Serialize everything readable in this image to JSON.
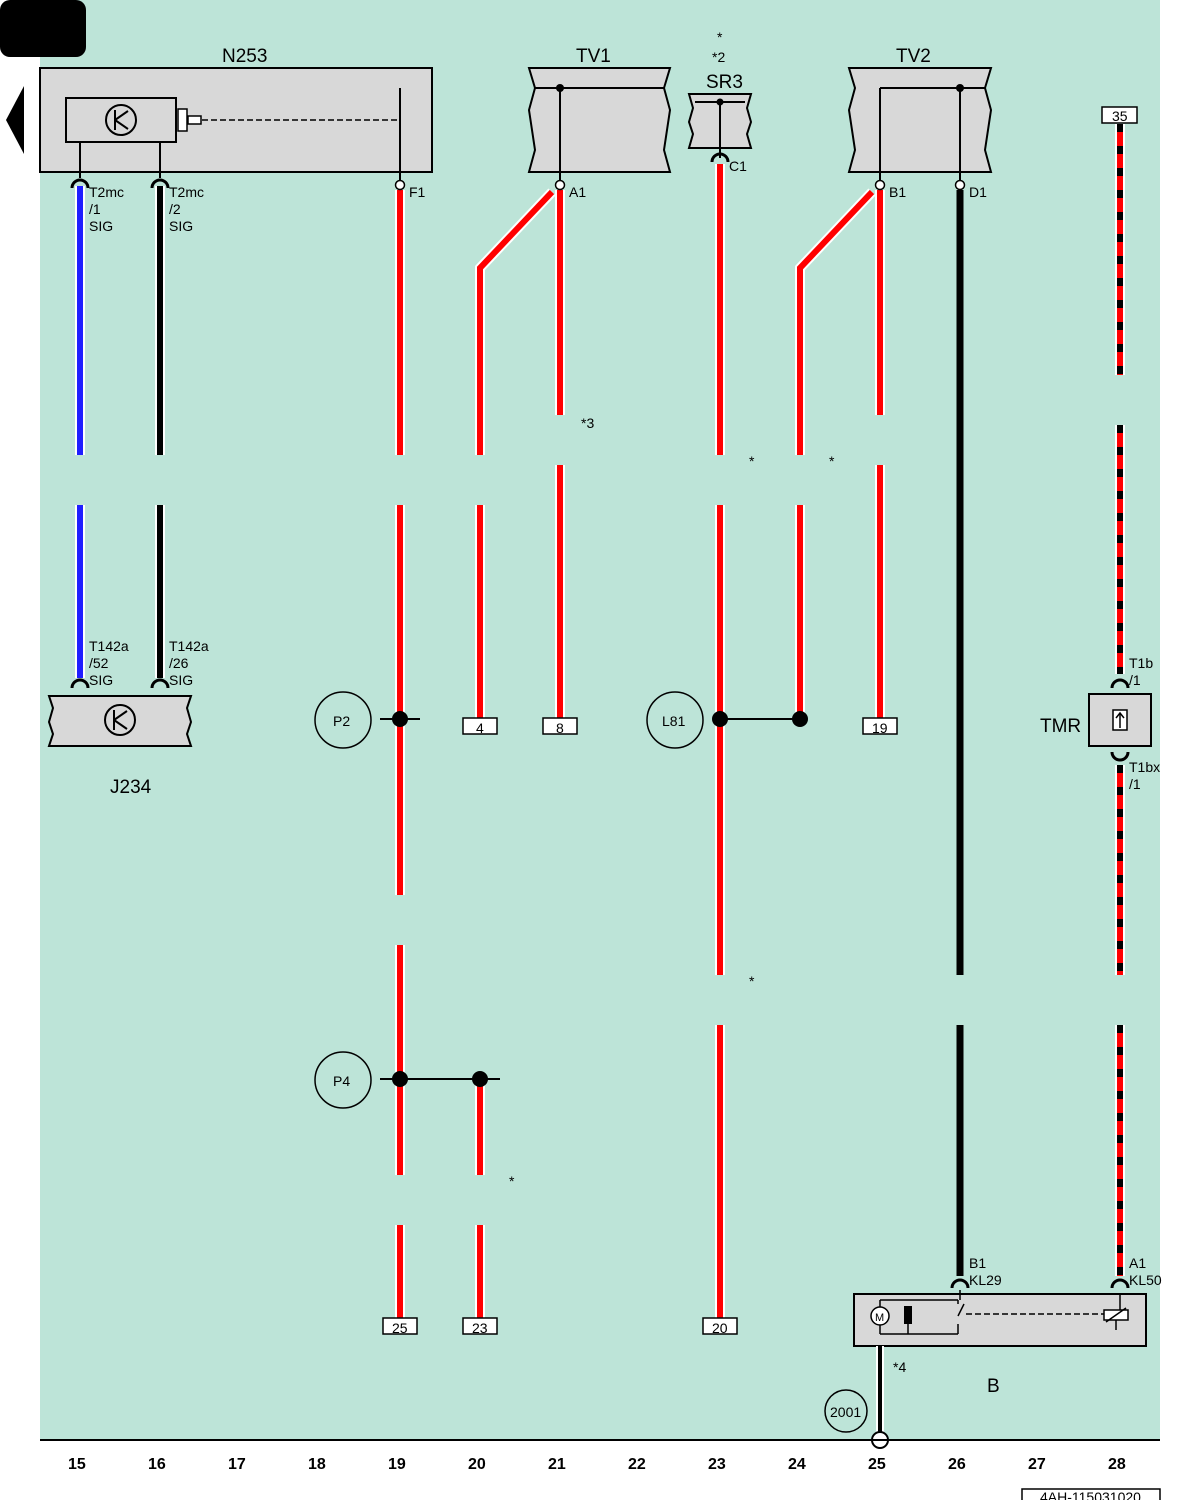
{
  "colors": {
    "background": "#bde4d8",
    "component_fill": "#d8d8d8",
    "wire_red": "#ff0000",
    "wire_black": "#000000",
    "wire_blue": "#1f1fff",
    "outline": "#000000"
  },
  "components": {
    "n253": "N253",
    "tv1": "TV1",
    "tv2": "TV2",
    "sr3": "SR3",
    "j234": "J234",
    "tmr": "TMR",
    "b": "B"
  },
  "marks": {
    "star": "*",
    "star2": "*2",
    "star3": "*3",
    "star4": "*4"
  },
  "connectors": {
    "t2mc_1": [
      "T2mc",
      "/1",
      "SIG"
    ],
    "t2mc_2": [
      "T2mc",
      "/2",
      "SIG"
    ],
    "t142a_52": [
      "T142a",
      "/52",
      "SIG"
    ],
    "t142a_26": [
      "T142a",
      "/26",
      "SIG"
    ],
    "f1": "F1",
    "a1": "A1",
    "c1": "C1",
    "b1": "B1",
    "d1": "D1",
    "t1b": [
      "T1b",
      "/1"
    ],
    "t1bx": [
      "T1bx",
      "/1"
    ],
    "b_b1": [
      "B1",
      "KL29"
    ],
    "b_a1": [
      "A1",
      "KL50"
    ]
  },
  "junctions": {
    "p2": "P2",
    "p4": "P4",
    "l81": "L81",
    "g2001": "2001"
  },
  "boxes": {
    "b35": "35",
    "b4": "4",
    "b8": "8",
    "b19": "19",
    "b25": "25",
    "b23": "23",
    "b20": "20"
  },
  "axis": [
    "15",
    "16",
    "17",
    "18",
    "19",
    "20",
    "21",
    "22",
    "23",
    "24",
    "25",
    "26",
    "27",
    "28"
  ],
  "doc_id": "4AH-115031020"
}
